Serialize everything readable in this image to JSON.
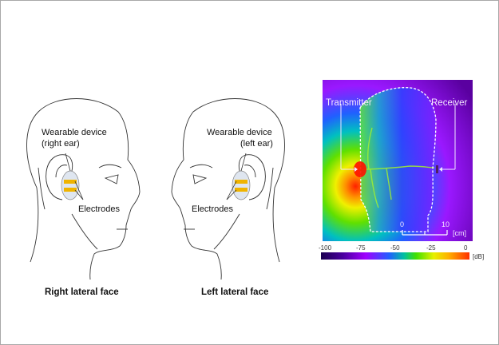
{
  "figure": {
    "left_panel": {
      "device_label_line1": "Wearable device",
      "device_label_line2": "(right ear)",
      "electrodes_label": "Electrodes",
      "caption": "Right lateral face",
      "electrode_color": "#f0b400"
    },
    "middle_panel": {
      "device_label_line1": "Wearable device",
      "device_label_line2": "(left ear)",
      "electrodes_label": "Electrodes",
      "caption": "Left lateral face",
      "electrode_color": "#f0b400"
    },
    "right_panel": {
      "transmitter_label": "Transmitter",
      "receiver_label": "Receiver",
      "scale_bar": {
        "start": "0",
        "end": "10",
        "unit": "[cm]"
      },
      "colorbar": {
        "ticks": [
          "-100",
          "-75",
          "-50",
          "-25",
          "0"
        ],
        "unit": "[dB]",
        "colors": [
          "#1a0050",
          "#a000ff",
          "#2060ff",
          "#40e000",
          "#e8f000",
          "#ff3000"
        ]
      }
    }
  },
  "chart_data": {
    "type": "heatmap",
    "title": "",
    "annotations": [
      "Transmitter",
      "Receiver"
    ],
    "colorbar_label": "[dB]",
    "colorbar_range": [
      -100,
      0
    ],
    "colorbar_ticks": [
      -100,
      -75,
      -50,
      -25,
      0
    ],
    "scale_bar": {
      "from": 0,
      "to": 10,
      "unit": "cm"
    }
  }
}
